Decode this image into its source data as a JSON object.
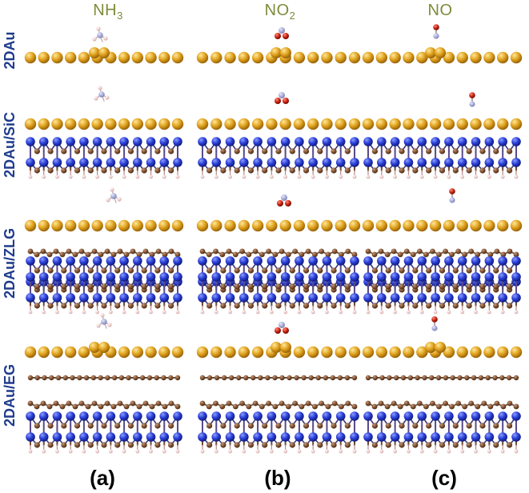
{
  "columns": [
    {
      "formula": "NH",
      "subscript": "3",
      "molecule": "NH3"
    },
    {
      "formula": "NO",
      "subscript": "2",
      "molecule": "NO2"
    },
    {
      "formula": "NO",
      "subscript": "",
      "molecule": "NO"
    }
  ],
  "rows": [
    {
      "label": "2DAu",
      "substrate": "none"
    },
    {
      "label": "2DAu/SiC",
      "substrate": "SiC"
    },
    {
      "label": "2DAu/ZLG",
      "substrate": "ZLG"
    },
    {
      "label": "2DAu/EG",
      "substrate": "EG"
    }
  ],
  "panels": [
    "(a)",
    "(b)",
    "(c)"
  ],
  "colors": {
    "gold": "#e0a21e",
    "gold_dark": "#b67a10",
    "si": "#2a3fd6",
    "c": "#8a5a3a",
    "h": "#f2d5d5",
    "n": "#a9aed8",
    "o": "#d1261b",
    "col_title": "#7e8b3a",
    "row_label": "#1f3c8c"
  }
}
